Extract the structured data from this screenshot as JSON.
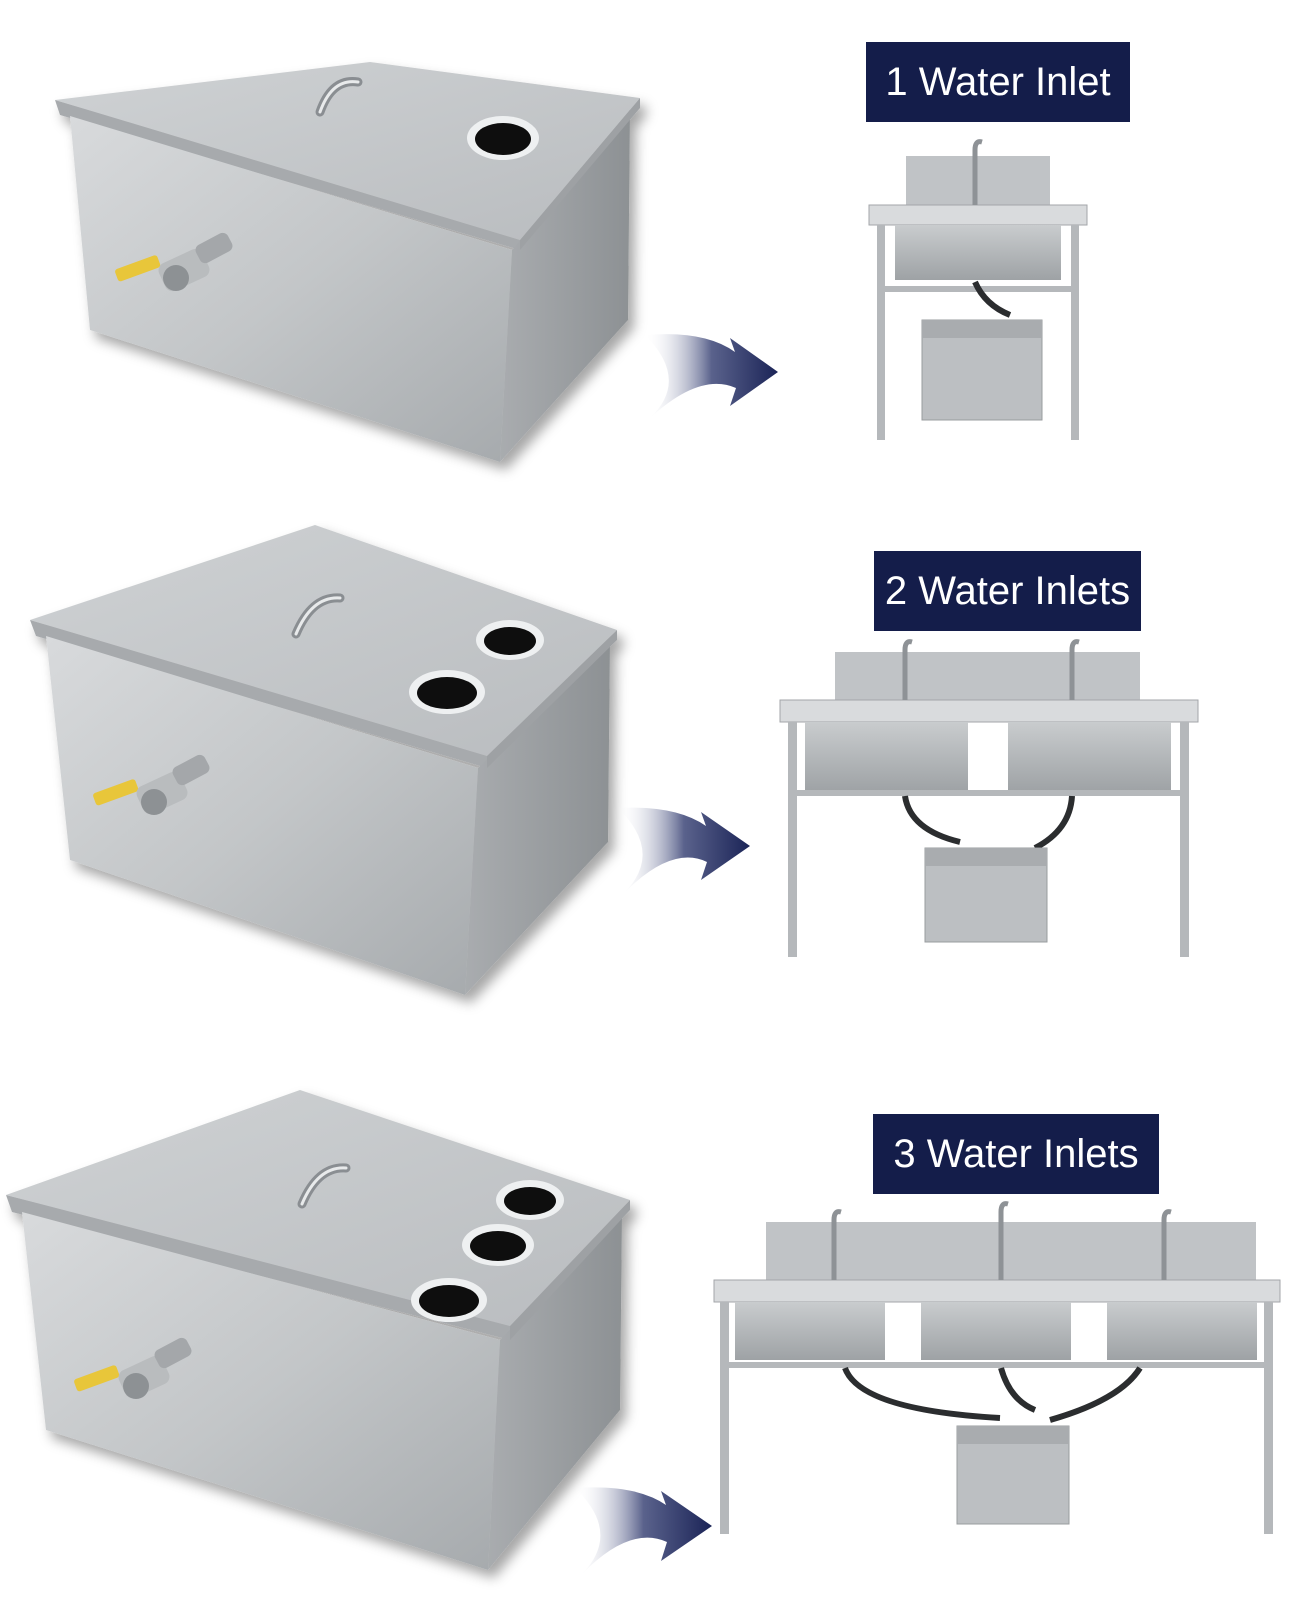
{
  "rows": [
    {
      "label": "1 Water Inlet",
      "inlets": 1
    },
    {
      "label": "2 Water Inlets",
      "inlets": 2
    },
    {
      "label": "3 Water Inlets",
      "inlets": 3
    }
  ],
  "colors": {
    "label_bg": "#141d4a",
    "label_text": "#ffffff",
    "arrow": "#1b2457",
    "steel_light": "#d4d6d8",
    "steel_mid": "#b3b6b9",
    "steel_dark": "#8e9296",
    "valve_handle": "#e8c63a"
  }
}
